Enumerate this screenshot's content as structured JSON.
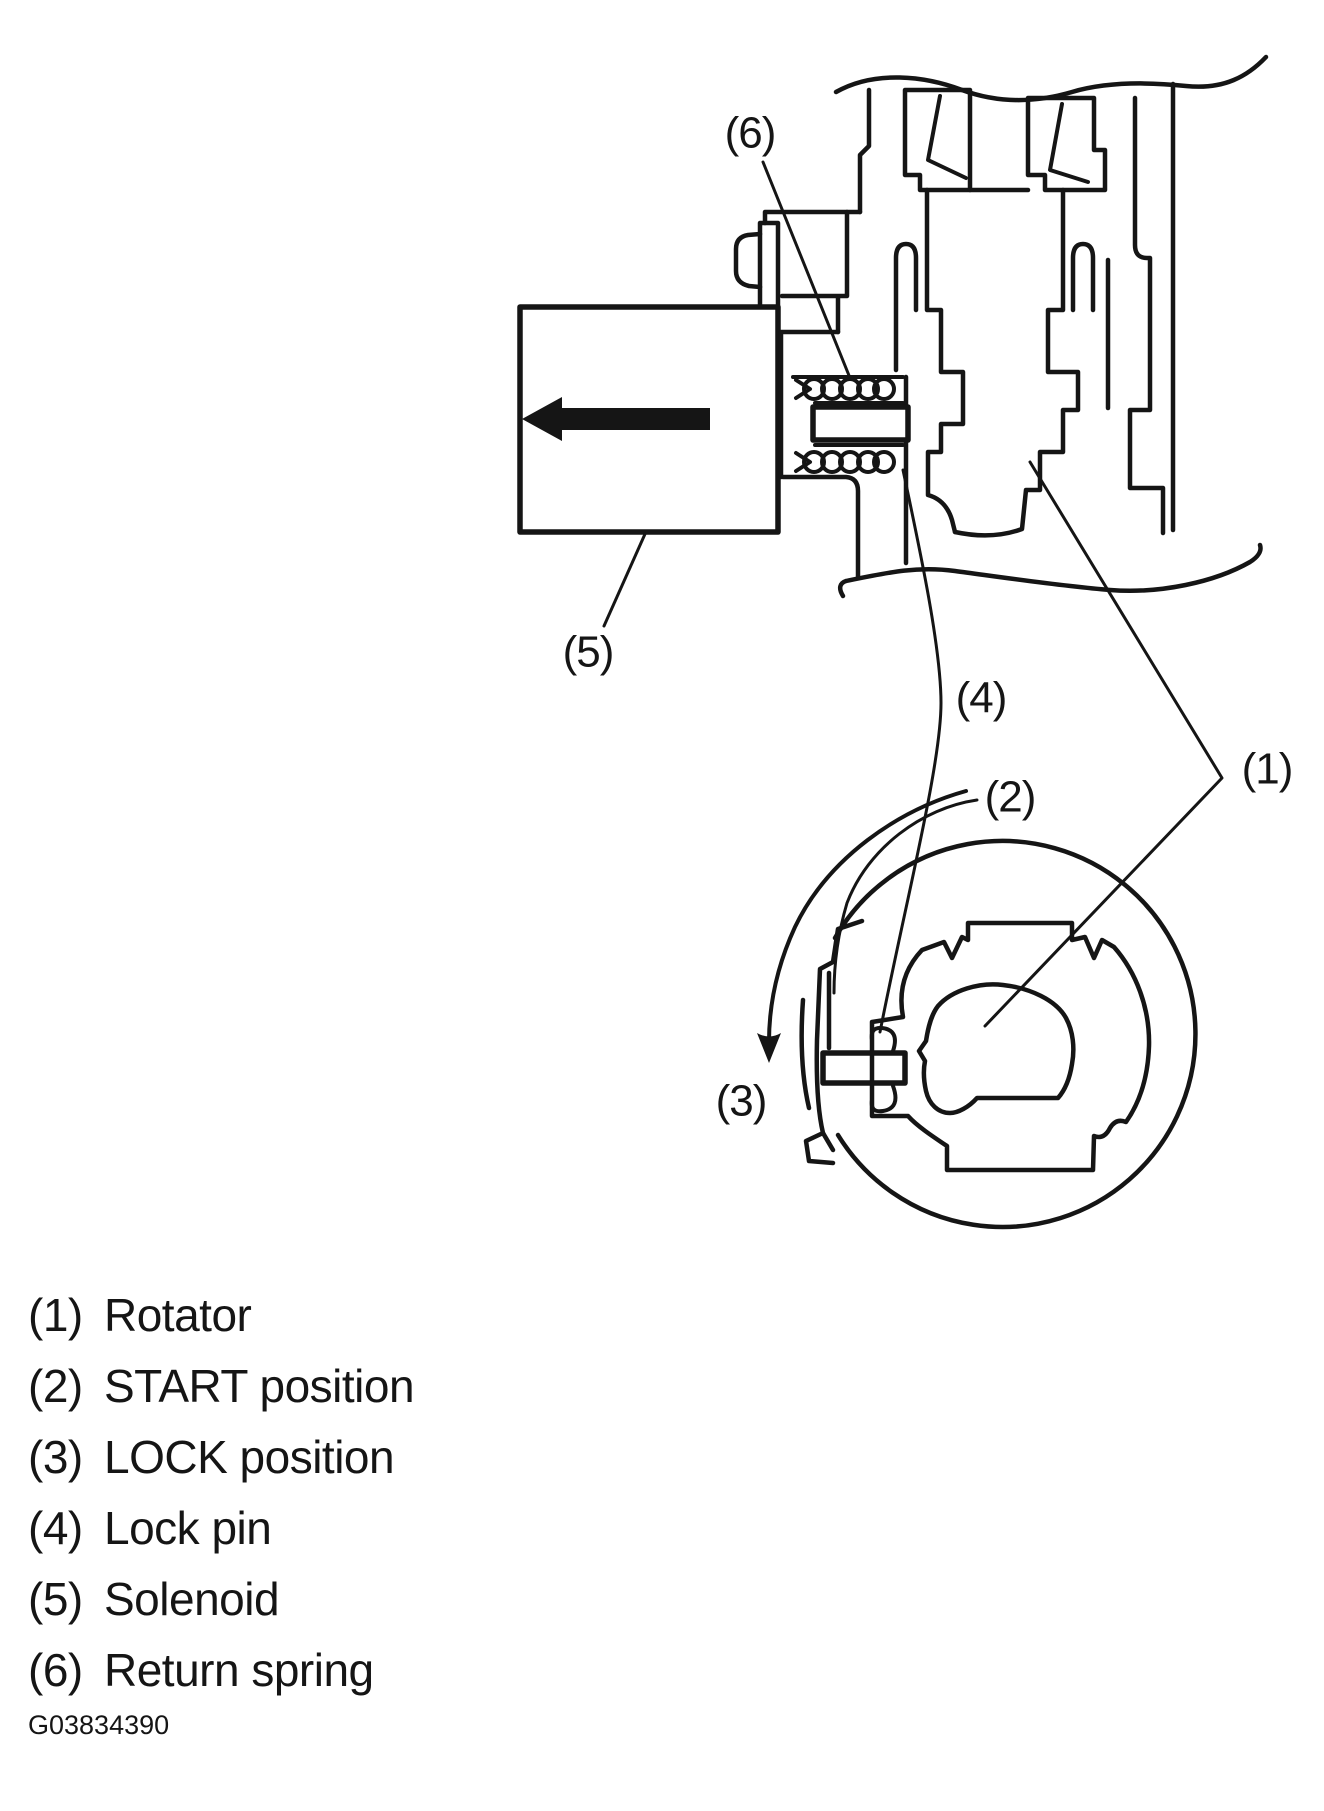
{
  "page": {
    "background": "#ffffff",
    "line_color": "#151515"
  },
  "diagram": {
    "callouts": {
      "c1": "(1)",
      "c2": "(2)",
      "c3": "(3)",
      "c4": "(4)",
      "c5": "(5)",
      "c6": "(6)"
    },
    "icons": {
      "solenoid_push_arrow": "left-solid-arrow",
      "rotation_arrow": "counterclockwise-arc-arrow",
      "rotation_arrowhead": "down-arrowhead"
    }
  },
  "legend": {
    "items": [
      {
        "num": "(1)",
        "label": "Rotator"
      },
      {
        "num": "(2)",
        "label": "START position"
      },
      {
        "num": "(3)",
        "label": "LOCK position"
      },
      {
        "num": "(4)",
        "label": "Lock pin"
      },
      {
        "num": "(5)",
        "label": "Solenoid"
      },
      {
        "num": "(6)",
        "label": "Return spring"
      }
    ]
  },
  "footer": {
    "figure_code": "G03834390"
  }
}
